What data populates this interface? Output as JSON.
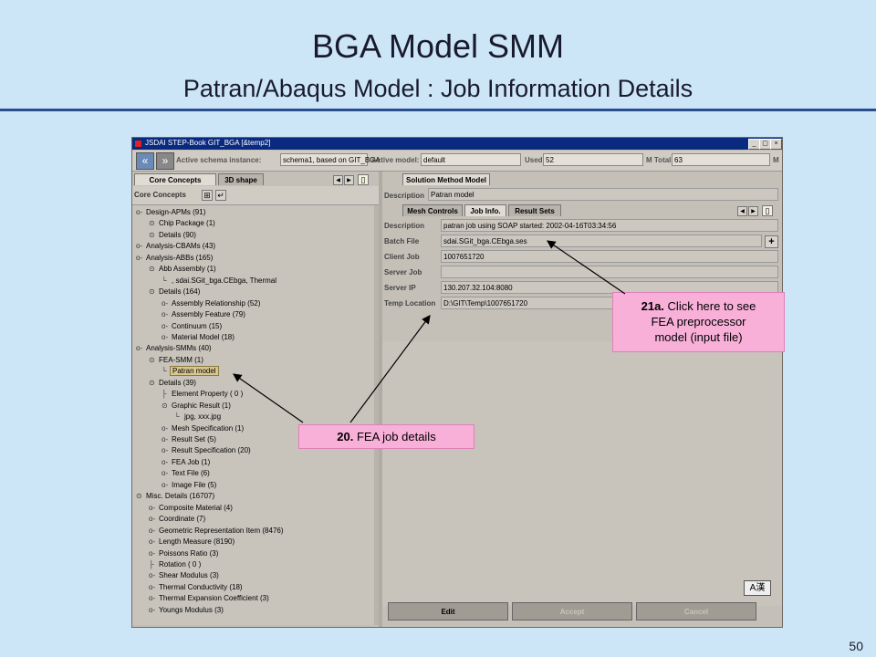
{
  "slide": {
    "title": "BGA Model SMM",
    "subtitle": "Patran/Abaqus Model : Job Information Details",
    "page_number": "50"
  },
  "window": {
    "title": "JSDAI STEP-Book GIT_BGA [&temp2]",
    "controls": [
      "_",
      "▢",
      "×"
    ]
  },
  "toolbar": {
    "schema_label": "Active schema instance:",
    "schema_value": "schema1, based on GIT_BGA",
    "model_label": "Active model:",
    "model_value": "default",
    "used_label": "Used",
    "used_value": "52",
    "total_label": "M Total",
    "total_value": "63",
    "unit": "M"
  },
  "left": {
    "tabs": [
      "Core Concepts",
      "3D shape"
    ],
    "header": "Core Concepts",
    "tree": [
      {
        "label": "Design-APMs (91)",
        "depth": 0,
        "key": "o-"
      },
      {
        "label": "Chip Package (1)",
        "depth": 1,
        "key": "⊙"
      },
      {
        "label": "Details (90)",
        "depth": 1,
        "key": "⊙"
      },
      {
        "label": "Analysis-CBAMs (43)",
        "depth": 0,
        "key": "o-"
      },
      {
        "label": "Analysis-ABBs (165)",
        "depth": 0,
        "key": "o-"
      },
      {
        "label": "Abb Assembly (1)",
        "depth": 1,
        "key": "⊙"
      },
      {
        "label": ", sdai.SGit_bga.CEbga, Thermal",
        "depth": 2,
        "key": "└"
      },
      {
        "label": "Details (164)",
        "depth": 1,
        "key": "⊙"
      },
      {
        "label": "Assembly Relationship (52)",
        "depth": 2,
        "key": "o-"
      },
      {
        "label": "Assembly Feature (79)",
        "depth": 2,
        "key": "o-"
      },
      {
        "label": "Continuum (15)",
        "depth": 2,
        "key": "o-"
      },
      {
        "label": "Material Model (18)",
        "depth": 2,
        "key": "o-"
      },
      {
        "label": "Analysis-SMMs (40)",
        "depth": 0,
        "key": "o-"
      },
      {
        "label": "FEA-SMM (1)",
        "depth": 1,
        "key": "⊙"
      },
      {
        "label": "Patran model",
        "depth": 2,
        "key": "└",
        "selected": true
      },
      {
        "label": "Details (39)",
        "depth": 1,
        "key": "⊙"
      },
      {
        "label": "Element Property ( 0 )",
        "depth": 2,
        "key": "├"
      },
      {
        "label": "Graphic Result (1)",
        "depth": 2,
        "key": "⊙"
      },
      {
        "label": "jpg, xxx.jpg",
        "depth": 3,
        "key": "└"
      },
      {
        "label": "Mesh Specification (1)",
        "depth": 2,
        "key": "o-"
      },
      {
        "label": "Result Set (5)",
        "depth": 2,
        "key": "o-"
      },
      {
        "label": "Result Specification (20)",
        "depth": 2,
        "key": "o-"
      },
      {
        "label": "FEA Job (1)",
        "depth": 2,
        "key": "o-"
      },
      {
        "label": "Text File (6)",
        "depth": 2,
        "key": "o-"
      },
      {
        "label": "Image File (5)",
        "depth": 2,
        "key": "o-"
      },
      {
        "label": "Misc. Details (16707)",
        "depth": 0,
        "key": "⊙"
      },
      {
        "label": "Composite Material (4)",
        "depth": 1,
        "key": "o-"
      },
      {
        "label": "Coordinate (7)",
        "depth": 1,
        "key": "o-"
      },
      {
        "label": "Geometric Representation Item (8476)",
        "depth": 1,
        "key": "o-"
      },
      {
        "label": "Length Measure (8190)",
        "depth": 1,
        "key": "o-"
      },
      {
        "label": "Poissons Ratio (3)",
        "depth": 1,
        "key": "o-"
      },
      {
        "label": "Rotation ( 0 )",
        "depth": 1,
        "key": "├"
      },
      {
        "label": "Shear Modulus (3)",
        "depth": 1,
        "key": "o-"
      },
      {
        "label": "Thermal Conductivity (18)",
        "depth": 1,
        "key": "o-"
      },
      {
        "label": "Thermal Expansion Coefficient (3)",
        "depth": 1,
        "key": "o-"
      },
      {
        "label": "Youngs Modulus (3)",
        "depth": 1,
        "key": "o-"
      }
    ]
  },
  "right": {
    "top_tab": "Solution Method Model",
    "description_label": "Description",
    "description_value": "Patran model",
    "subtabs": [
      "Mesh Controls",
      "Job Info.",
      "Result Sets"
    ],
    "fields": [
      {
        "label": "Description",
        "value": "patran job using SOAP started: 2002-04-16T03:34:56"
      },
      {
        "label": "Batch File",
        "value": "sdai.SGit_bga.CEbga.ses"
      },
      {
        "label": "Client Job",
        "value": "1007651720"
      },
      {
        "label": "Server Job",
        "value": ""
      },
      {
        "label": "Server IP",
        "value": "130.207.32.104:8080"
      },
      {
        "label": "Temp Location",
        "value": "D:\\GIT\\Temp\\1007651720"
      }
    ],
    "add_button": "+",
    "ime_label": "A漢",
    "buttons": {
      "edit": "Edit",
      "accept": "Accept",
      "cancel": "Cancel"
    }
  },
  "callouts": {
    "c20_num": "20.",
    "c20_text": "FEA job details",
    "c21_num": "21a.",
    "c21_text_a": "Click here to see",
    "c21_text_b": "FEA preprocessor",
    "c21_text_c": "model (input file)"
  },
  "colors": {
    "slide_bg": "#cce6f8",
    "title_bar": "#0a2a80",
    "callout_bg": "#f8b0d8",
    "rule": "#2a4d8f"
  }
}
